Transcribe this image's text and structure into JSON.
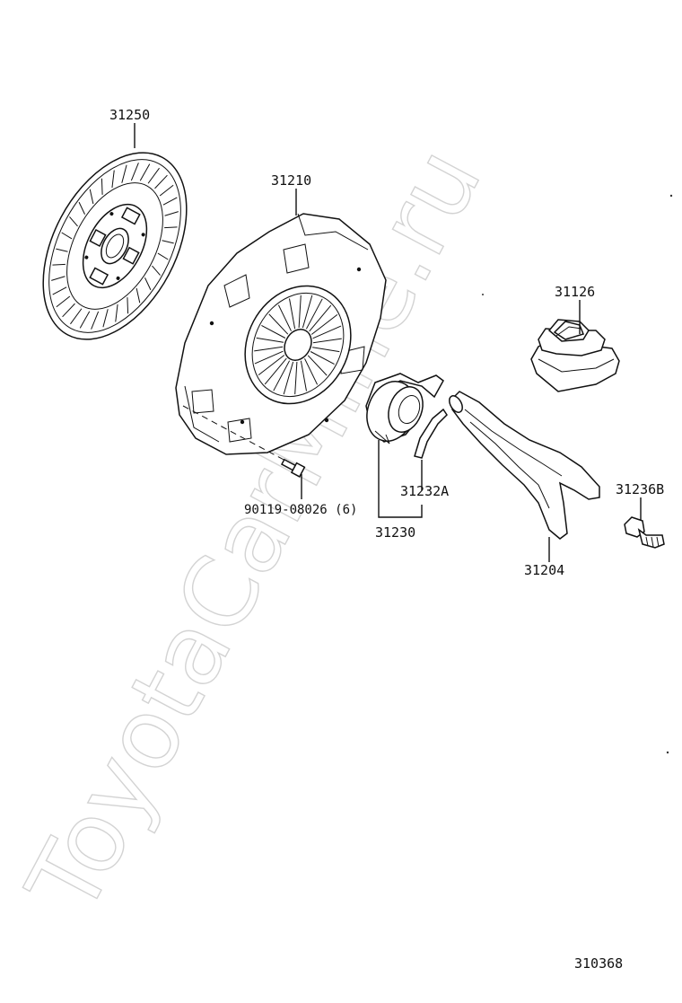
{
  "watermark": "ToyotaCarMine.ru",
  "diagram_id": "310368",
  "parts": {
    "clutch_disc": "31250",
    "clutch_cover": "31210",
    "cover_bolt": "90119-08026 (6)",
    "clip": "31232A",
    "release_bearing": "31230",
    "boot": "31126",
    "release_fork": "31204",
    "fork_support": "31236B"
  }
}
